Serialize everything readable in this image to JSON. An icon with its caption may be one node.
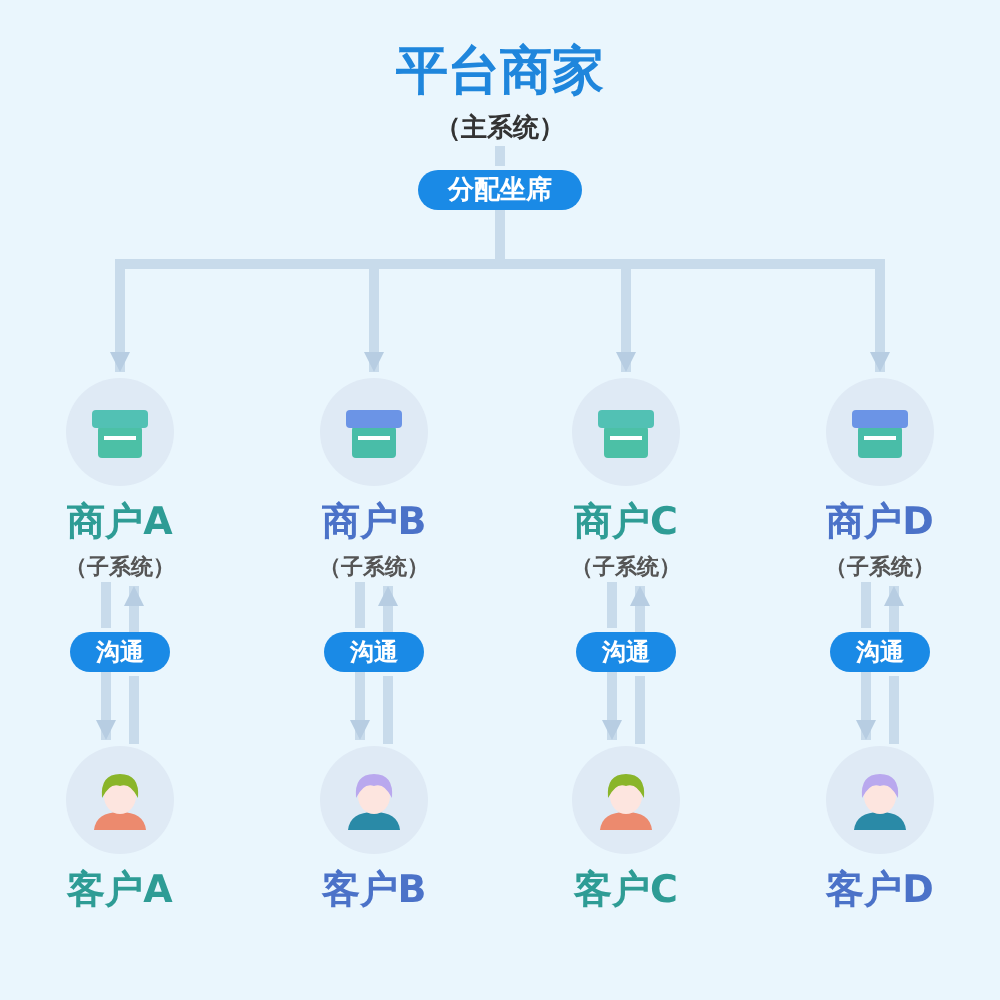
{
  "diagram": {
    "nodes": [
      {
        "text": [
          "平台商家",
          "（主系统）"
        ]
      },
      {
        "text": [
          "分配坐席"
        ]
      },
      {
        "text": [
          "商户A",
          "（子系统）"
        ]
      },
      {
        "text": [
          "商户B",
          "（子系统）"
        ]
      },
      {
        "text": [
          "商户C",
          "（子系统）"
        ]
      },
      {
        "text": [
          "商户D",
          "（子系统）"
        ]
      },
      {
        "text": [
          "沟通"
        ]
      },
      {
        "text": [
          "沟通"
        ]
      },
      {
        "text": [
          "沟通"
        ]
      },
      {
        "text": [
          "沟通"
        ]
      },
      {
        "text": [
          "客户A"
        ]
      },
      {
        "text": [
          "客户B"
        ]
      },
      {
        "text": [
          "客户C"
        ]
      },
      {
        "text": [
          "客户D"
        ]
      }
    ],
    "edges": [
      {
        "from": 0,
        "to": 1,
        "arrow": "none"
      },
      {
        "from": 1,
        "to": 2,
        "arrow": "to"
      },
      {
        "from": 1,
        "to": 3,
        "arrow": "to"
      },
      {
        "from": 1,
        "to": 4,
        "arrow": "to"
      },
      {
        "from": 1,
        "to": 5,
        "arrow": "to"
      },
      {
        "from": 2,
        "to": 6,
        "arrow": "none"
      },
      {
        "from": 6,
        "to": 10,
        "arrow": "to"
      },
      {
        "from": 10,
        "to": 6,
        "arrow": "none"
      },
      {
        "from": 6,
        "to": 2,
        "arrow": "to"
      },
      {
        "from": 3,
        "to": 7,
        "arrow": "none"
      },
      {
        "from": 7,
        "to": 11,
        "arrow": "to"
      },
      {
        "from": 11,
        "to": 7,
        "arrow": "none"
      },
      {
        "from": 7,
        "to": 3,
        "arrow": "to"
      },
      {
        "from": 4,
        "to": 8,
        "arrow": "none"
      },
      {
        "from": 8,
        "to": 12,
        "arrow": "to"
      },
      {
        "from": 12,
        "to": 8,
        "arrow": "none"
      },
      {
        "from": 8,
        "to": 4,
        "arrow": "to"
      },
      {
        "from": 5,
        "to": 9,
        "arrow": "none"
      },
      {
        "from": 9,
        "to": 13,
        "arrow": "to"
      },
      {
        "from": 13,
        "to": 9,
        "arrow": "none"
      },
      {
        "from": 9,
        "to": 5,
        "arrow": "to"
      }
    ]
  }
}
